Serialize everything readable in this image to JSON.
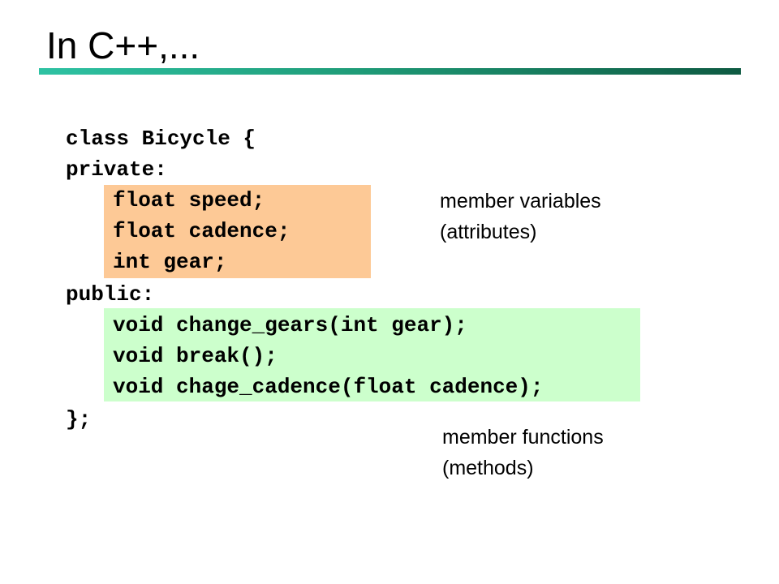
{
  "title": "In C++,...",
  "code": {
    "class_open": "class Bicycle {",
    "private_label": "private:",
    "private_members": [
      "float speed;",
      "float cadence;",
      "int gear;"
    ],
    "public_label": "public:",
    "public_members": [
      "void change_gears(int gear);",
      "void break();",
      "void chage_cadence(float cadence);"
    ],
    "class_close": "};"
  },
  "annotations": {
    "variables_line1": "member variables",
    "variables_line2": "(attributes)",
    "functions_line1": "member functions",
    "functions_line2": "(methods)"
  },
  "colors": {
    "private_highlight": "#fdc996",
    "public_highlight": "#ccffcc",
    "rule_start": "#2ec2a3",
    "rule_end": "#0e5a42"
  }
}
